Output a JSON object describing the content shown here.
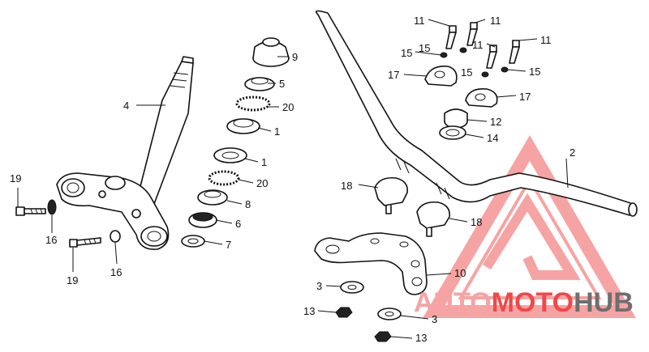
{
  "callouts": {
    "c1a": "1",
    "c1b": "1",
    "c2": "2",
    "c3a": "3",
    "c3b": "3",
    "c4": "4",
    "c5": "5",
    "c6": "6",
    "c7": "7",
    "c8": "8",
    "c9": "9",
    "c10": "10",
    "c11a": "11",
    "c11b": "11",
    "c11c": "11",
    "c11d": "11",
    "c12": "12",
    "c13a": "13",
    "c13b": "13",
    "c14": "14",
    "c15a": "15",
    "c15b": "15",
    "c15c": "15",
    "c15d": "15",
    "c16a": "16",
    "c16b": "16",
    "c17a": "17",
    "c17b": "17",
    "c18a": "18",
    "c18b": "18",
    "c19a": "19",
    "c19b": "19",
    "c20a": "20",
    "c20b": "20"
  },
  "watermark": {
    "part1": "AUTO",
    "part2": "MOTO",
    "part3": "HUB",
    "color_primary": "#f04848",
    "color_light": "#f6a3a3",
    "color_gray": "#6e6e6e"
  }
}
